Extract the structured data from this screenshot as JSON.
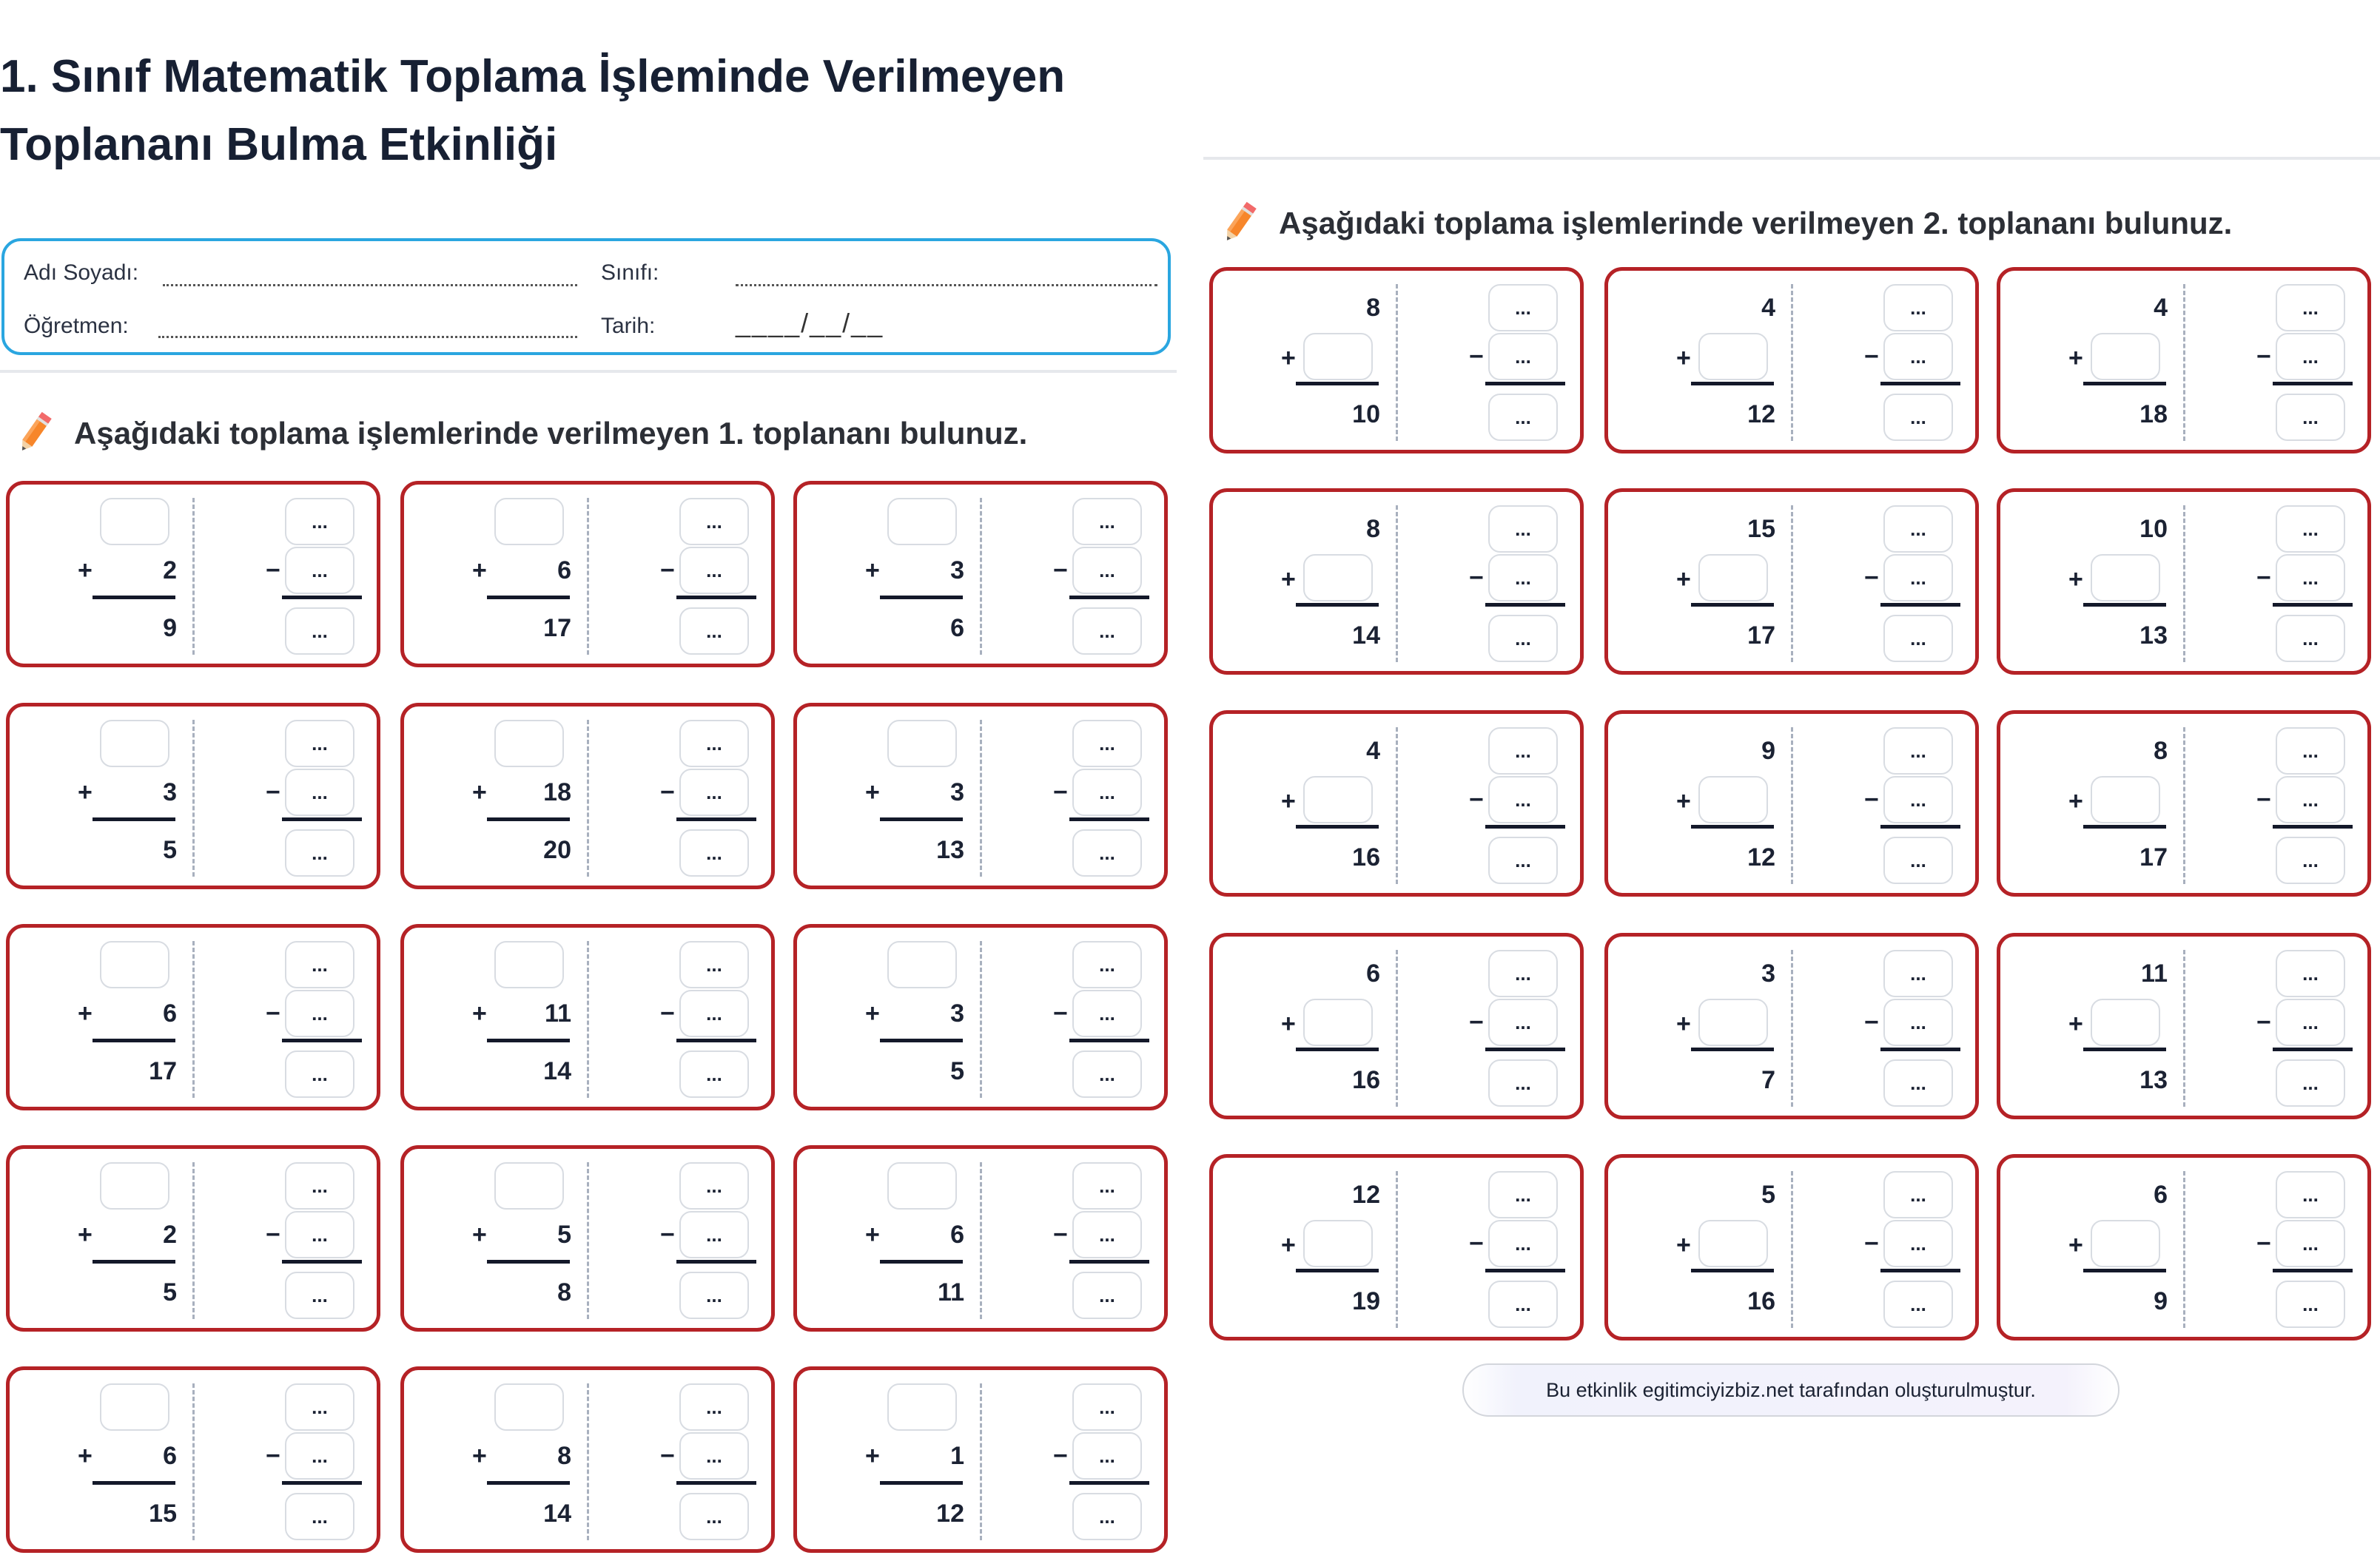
{
  "title_line1": "1. Sınıf Matematik Toplama İşleminde Verilmeyen",
  "title_line2": "Toplananı Bulma Etkinliği",
  "info": {
    "name_label": "Adı Soyadı:",
    "class_label": "Sınıfı:",
    "teacher_label": "Öğretmen:",
    "date_label": "Tarih:",
    "date_value": "____/__/__"
  },
  "section1": {
    "heading": "Aşağıdaki toplama işlemlerinde verilmeyen 1. toplananı bulunuz.",
    "problems": [
      {
        "known": 2,
        "sum": 9
      },
      {
        "known": 6,
        "sum": 17
      },
      {
        "known": 3,
        "sum": 6
      },
      {
        "known": 3,
        "sum": 5
      },
      {
        "known": 18,
        "sum": 20
      },
      {
        "known": 3,
        "sum": 13
      },
      {
        "known": 6,
        "sum": 17
      },
      {
        "known": 11,
        "sum": 14
      },
      {
        "known": 3,
        "sum": 5
      },
      {
        "known": 2,
        "sum": 5
      },
      {
        "known": 5,
        "sum": 8
      },
      {
        "known": 6,
        "sum": 11
      },
      {
        "known": 6,
        "sum": 15
      },
      {
        "known": 8,
        "sum": 14
      },
      {
        "known": 1,
        "sum": 12
      }
    ]
  },
  "section2": {
    "heading": "Aşağıdaki toplama işlemlerinde verilmeyen 2. toplananı bulunuz.",
    "problems": [
      {
        "known": 8,
        "sum": 10
      },
      {
        "known": 4,
        "sum": 12
      },
      {
        "known": 4,
        "sum": 18
      },
      {
        "known": 8,
        "sum": 14
      },
      {
        "known": 15,
        "sum": 17
      },
      {
        "known": 10,
        "sum": 13
      },
      {
        "known": 4,
        "sum": 16
      },
      {
        "known": 9,
        "sum": 12
      },
      {
        "known": 8,
        "sum": 17
      },
      {
        "known": 6,
        "sum": 16
      },
      {
        "known": 3,
        "sum": 7
      },
      {
        "known": 11,
        "sum": 13
      },
      {
        "known": 12,
        "sum": 19
      },
      {
        "known": 5,
        "sum": 16
      },
      {
        "known": 6,
        "sum": 9
      }
    ]
  },
  "symbols": {
    "plus": "+",
    "minus": "−",
    "placeholder": "..."
  },
  "footer": "Bu etkinlik egitimciyizbiz.net tarafından oluşturulmuştur.",
  "colors": {
    "card_border": "#b52226",
    "info_border": "#2aa6e0"
  }
}
